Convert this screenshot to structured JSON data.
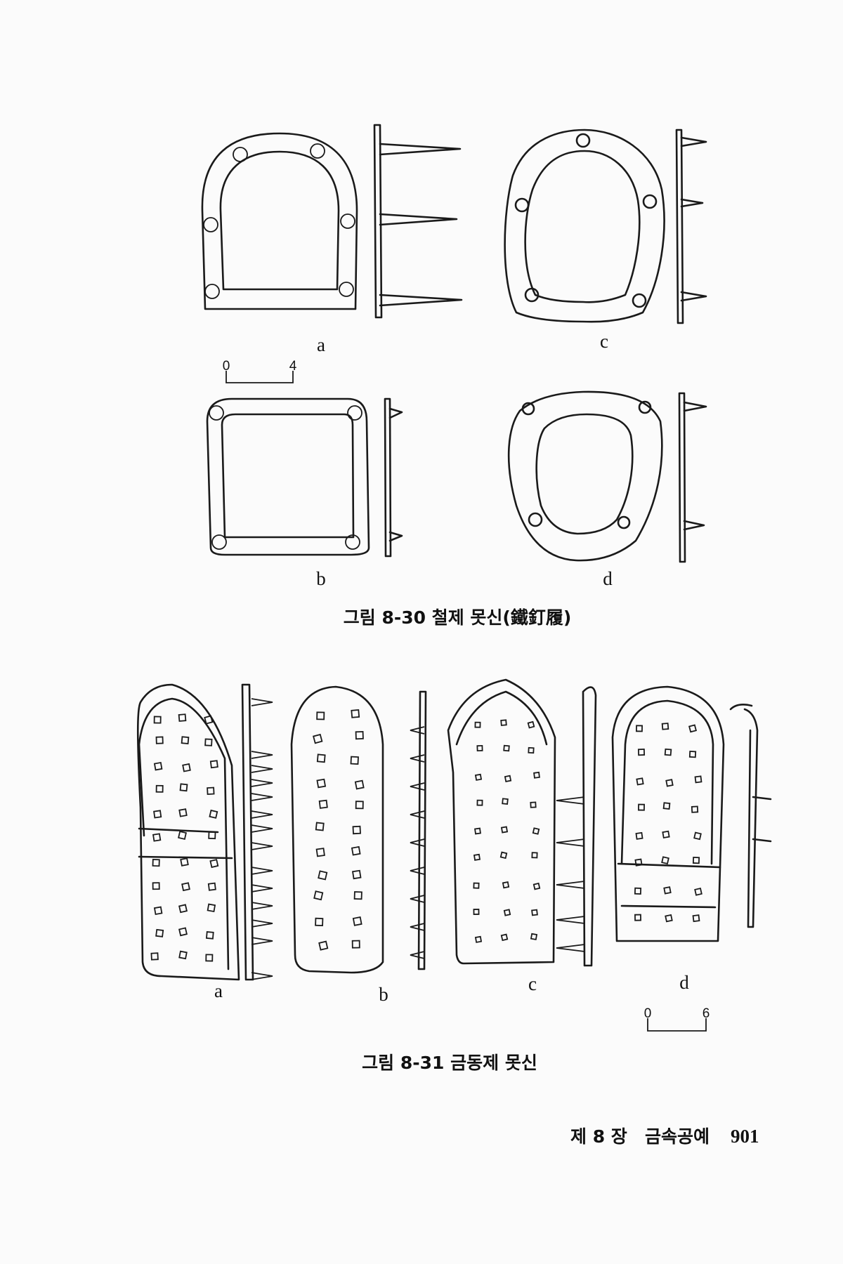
{
  "figure_8_30": {
    "caption": "그림 8-30  철제 못신(鐵釘履)",
    "labels": {
      "a": "a",
      "b": "b",
      "c": "c",
      "d": "d"
    },
    "scale": {
      "start": "0",
      "end": "4"
    }
  },
  "figure_8_31": {
    "caption": "그림 8-31  금동제 못신",
    "labels": {
      "a": "a",
      "b": "b",
      "c": "c",
      "d": "d"
    },
    "scale": {
      "start": "0",
      "end": "6"
    }
  },
  "footer": {
    "chapter": "제 8 장",
    "section": "금속공예",
    "page_number": "901"
  }
}
